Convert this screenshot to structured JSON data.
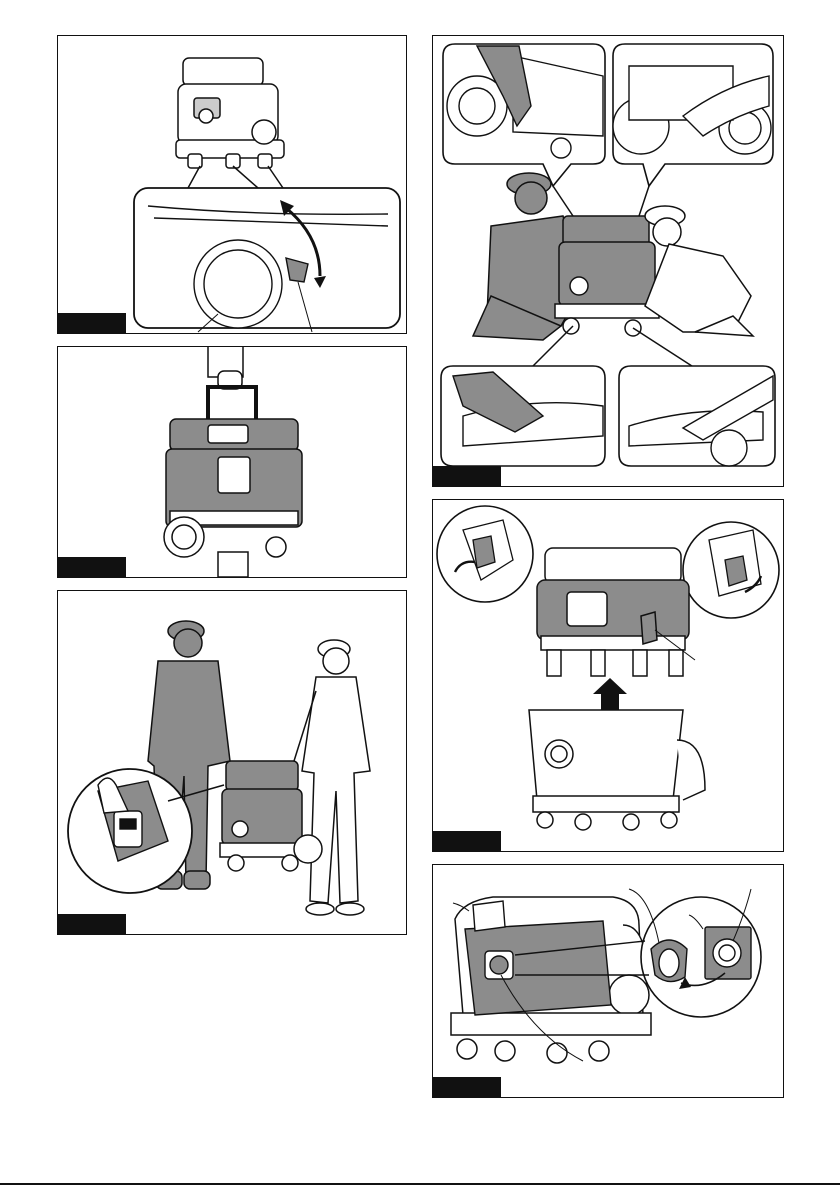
{
  "page": {
    "panels": [
      {
        "id": "fig1",
        "subject": "caster-lock-detail"
      },
      {
        "id": "fig2",
        "subject": "carry-by-handle"
      },
      {
        "id": "fig3",
        "subject": "pull-by-handle"
      },
      {
        "id": "fig4",
        "subject": "two-person-lift"
      },
      {
        "id": "fig5",
        "subject": "unlatch-head"
      },
      {
        "id": "fig6",
        "subject": "dust-bag-install"
      }
    ],
    "colors": {
      "line": "#111111",
      "fill_gray": "#8c8c8c",
      "fill_light": "#d9d9d9"
    }
  }
}
